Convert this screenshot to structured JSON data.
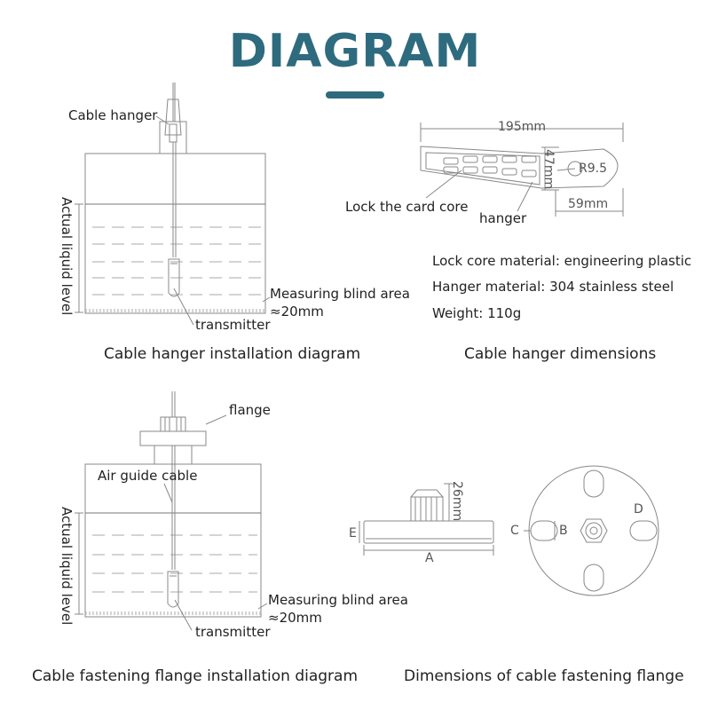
{
  "title": "DIAGRAM",
  "top_left": {
    "cable_hanger_label": "Cable hanger",
    "liquid_level_label": "Actual liquid level",
    "blind_area_label": "Measuring blind area",
    "blind_area_value": "≈20mm",
    "transmitter_label": "transmitter",
    "caption": "Cable hanger installation diagram"
  },
  "top_right": {
    "length_dim": "195mm",
    "height_dim": "47mm",
    "radius_dim": "R9.5",
    "width_dim": "59mm",
    "lock_label": "Lock the card core",
    "hanger_label": "hanger",
    "specs": [
      "Lock core material: engineering plastic",
      "Hanger material: 304 stainless steel",
      "Weight: 110g"
    ],
    "caption": "Cable hanger dimensions"
  },
  "bottom_left": {
    "flange_label": "flange",
    "air_guide_label": "Air guide cable",
    "liquid_level_label": "Actual liquid level",
    "blind_area_label": "Measuring blind area",
    "blind_area_value": "≈20mm",
    "transmitter_label": "transmitter",
    "caption": "Cable fastening flange installation diagram"
  },
  "bottom_right": {
    "height_dim": "26mm",
    "dim_a": "A",
    "dim_b": "B",
    "dim_c": "C",
    "dim_d": "D",
    "dim_e": "E",
    "caption": "Dimensions of cable fastening flange"
  },
  "colors": {
    "title": "#2e6b7e",
    "line": "#888888",
    "water_dash": "#aaaaaa"
  }
}
